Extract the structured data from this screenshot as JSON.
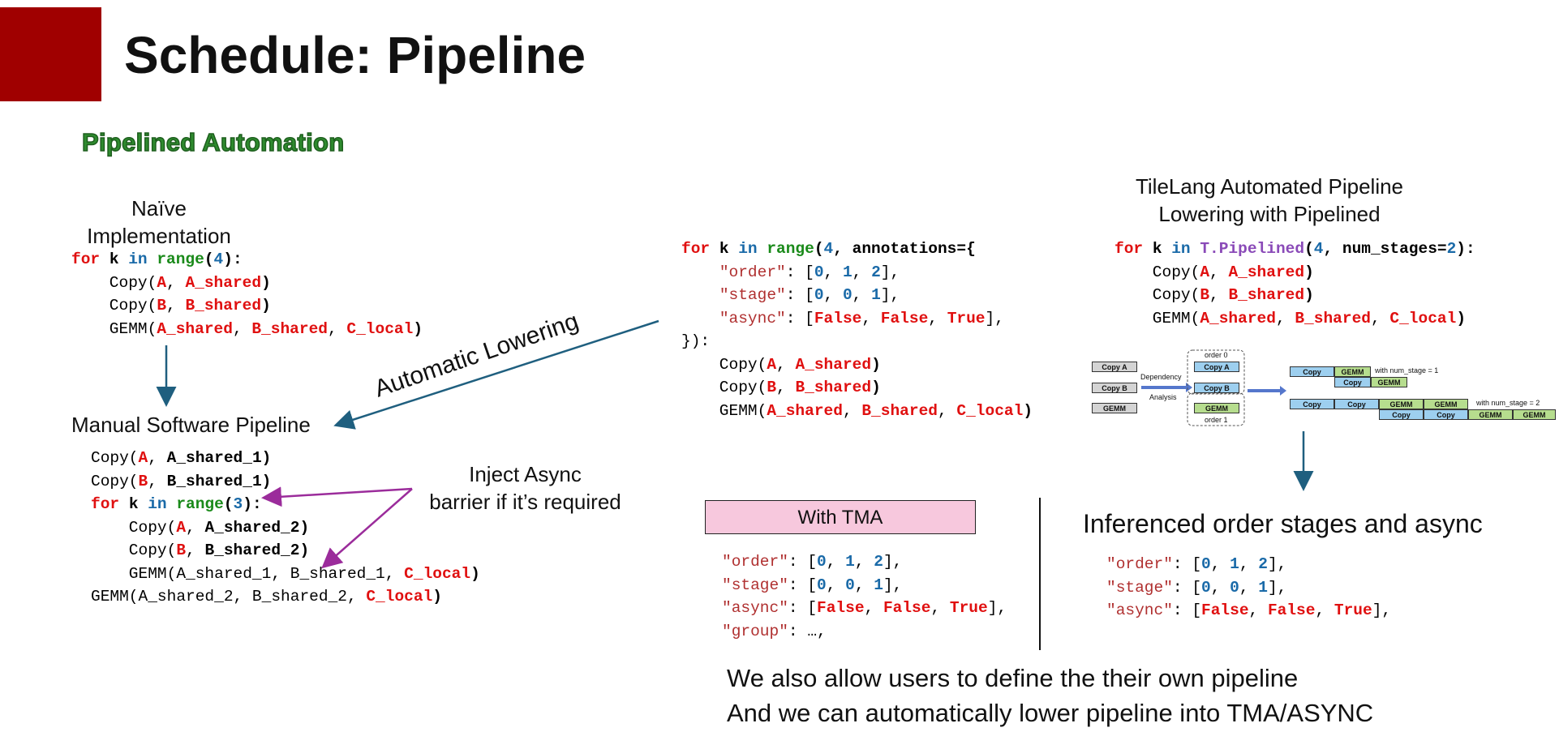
{
  "header": {
    "title": "Schedule: Pipeline",
    "subtitle": "Pipelined Automation"
  },
  "naive": {
    "caption_line1": "Naïve",
    "caption_line2": "Implementation"
  },
  "manual": {
    "caption": "Manual Software Pipeline"
  },
  "arrows": {
    "automatic_lowering": "Automatic Lowering",
    "inject_line1": "Inject Async",
    "inject_line2": "barrier if it’s required"
  },
  "tilelang": {
    "caption_line1": "TileLang Automated Pipeline",
    "caption_line2": "Lowering with Pipelined"
  },
  "diagram": {
    "copy_a": "Copy A",
    "copy_b": "Copy B",
    "gemm": "GEMM",
    "dependency": "Dependency",
    "analysis": "Analysis",
    "order0": "order 0",
    "order1": "order 1",
    "copy": "Copy",
    "with_stage1": "with num_stage = 1",
    "with_stage2": "with num_stage = 2",
    "colors": {
      "blue": "#9dcfef",
      "green": "#b6dd8e",
      "gray": "#d4d4d4"
    }
  },
  "tma": {
    "label": "With TMA"
  },
  "inferenced": {
    "caption": "Inferenced order stages and async"
  },
  "bottom": {
    "line1": "We also allow users to define the their own pipeline",
    "line2": "And we can automatically lower pipeline into TMA/ASYNC"
  },
  "colors": {
    "brand_red": "#a00000",
    "arrow_teal": "#1f5f7f",
    "arrow_purple": "#9b2c9b",
    "tma_pink": "#f7c8dd"
  }
}
